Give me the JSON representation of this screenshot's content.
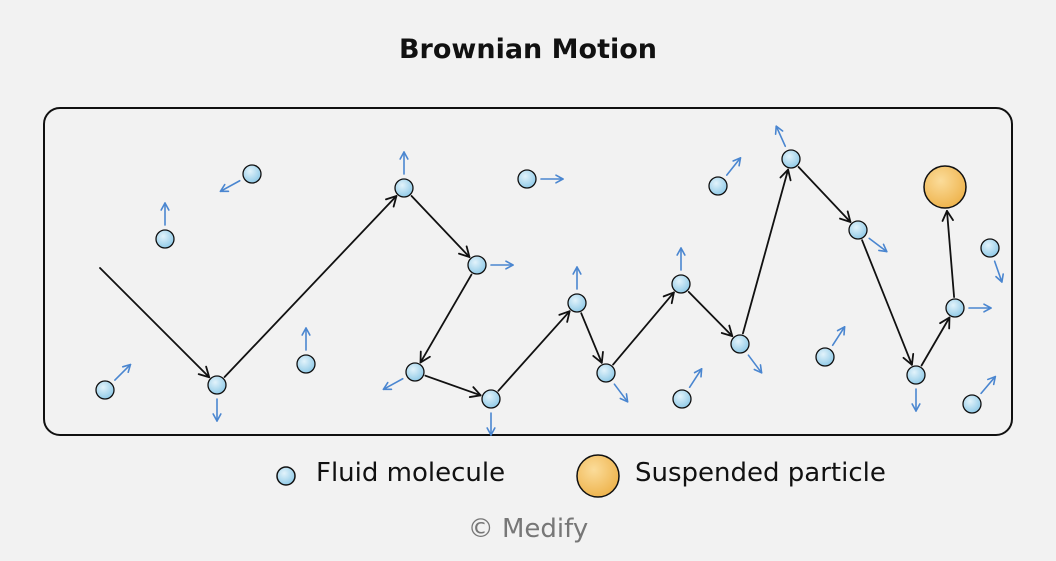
{
  "title": "Brownian Motion",
  "legend": {
    "molecule_label": "Fluid molecule",
    "particle_label": "Suspended particle"
  },
  "credit": "© Medify",
  "colors": {
    "molecule_fill": "#a9d6ee",
    "particle_fill": "#f5c46f",
    "velocity_arrow": "#4a86d0",
    "path_arrow": "#111111",
    "background": "#f2f2f2"
  }
}
